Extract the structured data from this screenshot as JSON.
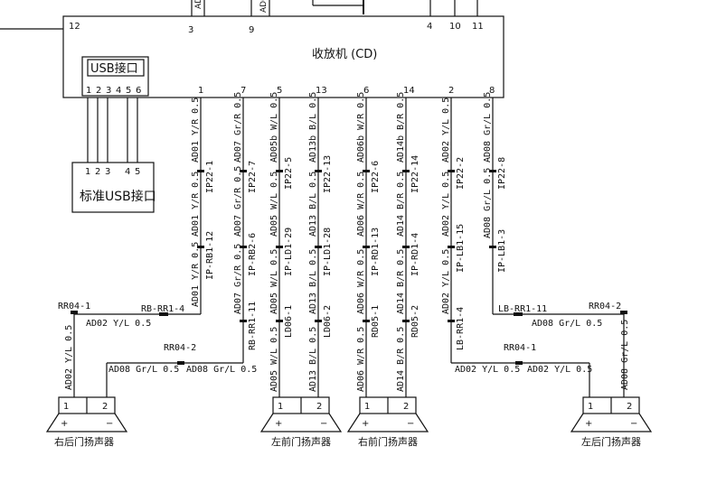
{
  "head_unit": {
    "title": "收放机 (CD)",
    "top_pins": [
      "12",
      "3",
      "9",
      "4",
      "10",
      "11"
    ],
    "bottom_pins": [
      "1",
      "7",
      "5",
      "13",
      "6",
      "14",
      "2",
      "8"
    ],
    "top_cut_labels": [
      "AD",
      "AD0"
    ]
  },
  "usb_port": {
    "label": "USB接口",
    "pins": [
      "1",
      "2",
      "3",
      "4",
      "5",
      "6"
    ]
  },
  "std_usb": {
    "label": "标准USB接口",
    "pins": [
      "1",
      "2",
      "3",
      "4",
      "5"
    ]
  },
  "columns": [
    {
      "pin": "1",
      "seg1": "AD01 Y/R 0.5",
      "conn1": "IP22-1",
      "seg2": "AD01 Y/R 0.5",
      "conn2": "IP-RB1-12",
      "seg3": "AD01 Y/R 0.5"
    },
    {
      "pin": "7",
      "seg1": "AD07 Gr/R 0.5",
      "conn1": "IP22-7",
      "seg2": "AD07 Gr/R 0.5",
      "conn2": "IP-RB2-6",
      "seg3": "AD07 Gr/R 0.5",
      "conn3": "RB-RR1-11"
    },
    {
      "pin": "5",
      "seg1": "AD05b W/L 0.5",
      "conn1": "IP22-5",
      "seg2": "AD05 W/L 0.5",
      "conn2": "IP-LD1-29",
      "seg3": "AD05 W/L 0.5",
      "conn3": "LD06-1",
      "seg4": "AD05 W/L 0.5"
    },
    {
      "pin": "13",
      "seg1": "AD13b B/L 0.5",
      "conn1": "IP22-13",
      "seg2": "AD13 B/L 0.5",
      "conn2": "IP-LD1-28",
      "seg3": "AD13 B/L 0.5",
      "conn3": "LD06-2",
      "seg4": "AD13 B/L 0.5"
    },
    {
      "pin": "6",
      "seg1": "AD06b W/R 0.5",
      "conn1": "IP22-6",
      "seg2": "AD06 W/R 0.5",
      "conn2": "IP-RD1-13",
      "seg3": "AD06 W/R 0.5",
      "conn3": "RD05-1",
      "seg4": "AD06 W/R 0.5"
    },
    {
      "pin": "14",
      "seg1": "AD14b B/R 0.5",
      "conn1": "IP22-14",
      "seg2": "AD14 B/R 0.5",
      "conn2": "IP-RD1-4",
      "seg3": "AD14 B/R 0.5",
      "conn3": "RD05-2",
      "seg4": "AD14 B/R 0.5"
    },
    {
      "pin": "2",
      "seg1": "AD02 Y/L 0.5",
      "conn1": "IP22-2",
      "seg2": "AD02 Y/L 0.5",
      "conn2": "IP-LB1-15",
      "seg3": "AD02 Y/L 0.5",
      "conn3": "LB-RR1-4"
    },
    {
      "pin": "8",
      "seg1": "AD08 Gr/L 0.5",
      "conn1": "IP22-8",
      "seg2": "AD08 Gr/L 0.5",
      "conn2": "IP-LB1-3"
    }
  ],
  "left_rear": {
    "rr04_1": "RR04-1",
    "rb_rr1_4": "RB-RR1-4",
    "wire_a": "AD02 Y/L 0.5",
    "wire_a_vert": "AD02 Y/L 0.5",
    "rr04_2": "RR04-2",
    "wire_b1": "AD08 Gr/L 0.5",
    "wire_b2": "AD08 Gr/L 0.5"
  },
  "right_rear": {
    "lb_rr1_11": "LB-RR1-11",
    "rr04_2": "RR04-2",
    "wire_a": "AD08 Gr/L 0.5",
    "wire_a_vert": "AD08 Gr/L 0.5",
    "rr04_1": "RR04-1",
    "wire_b1": "AD02 Y/L 0.5",
    "wire_b2": "AD02 Y/L 0.5"
  },
  "speakers": [
    {
      "label": "右后门扬声器",
      "pin1": "1",
      "pin2": "2",
      "plus": "+",
      "minus": "−"
    },
    {
      "label": "左前门扬声器",
      "pin1": "1",
      "pin2": "2",
      "plus": "+",
      "minus": "−"
    },
    {
      "label": "右前门扬声器",
      "pin1": "1",
      "pin2": "2",
      "plus": "+",
      "minus": "−"
    },
    {
      "label": "左后门扬声器",
      "pin1": "1",
      "pin2": "2",
      "plus": "+",
      "minus": "−"
    }
  ]
}
